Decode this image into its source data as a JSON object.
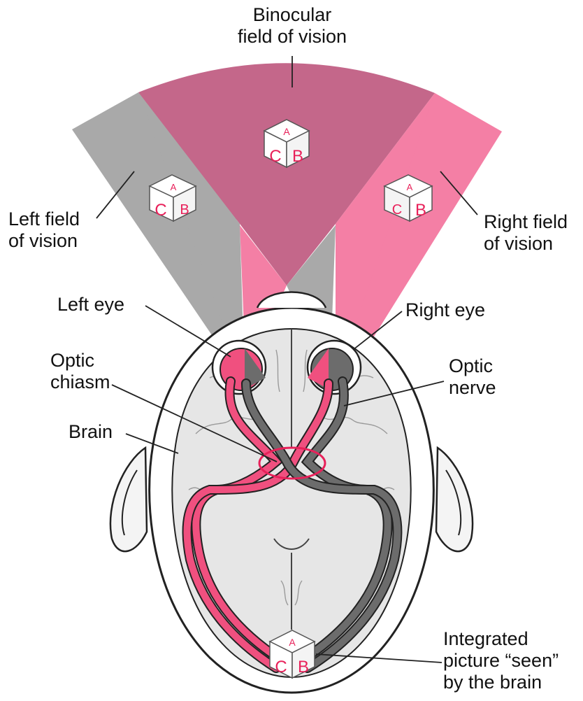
{
  "labels": {
    "binocular": [
      "Binocular",
      "field of vision"
    ],
    "left_field": [
      "Left field",
      "of vision"
    ],
    "right_field": [
      "Right field",
      "of vision"
    ],
    "left_eye": "Left eye",
    "right_eye": "Right eye",
    "optic_chiasm": [
      "Optic",
      "chiasm"
    ],
    "optic_nerve": [
      "Optic",
      "nerve"
    ],
    "brain": "Brain",
    "integrated": [
      "Integrated",
      "picture “seen”",
      "by the brain"
    ]
  },
  "cube_letters": {
    "top": "A",
    "left": "C",
    "right": "B"
  },
  "colors": {
    "binocular_field": "#c4678a",
    "left_field": "#a9a9a9",
    "right_field": "#f47fa5",
    "pink_path": "#f0507f",
    "gray_path": "#6c6c6c",
    "brain_fill": "#e6e6e6",
    "chiasm_ring": "#e8215a"
  }
}
